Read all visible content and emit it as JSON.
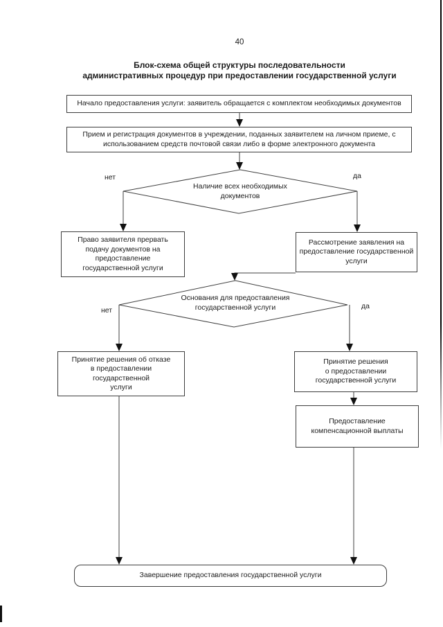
{
  "page": {
    "number": "40",
    "title": "Блок-схема общей структуры последовательности\nадминистративных процедур при предоставлении государственной услуги"
  },
  "flowchart": {
    "nodes": {
      "start": "Начало предоставления услуги: заявитель обращается с комплектом необходимых документов",
      "reception": "Прием и регистрация документов в учреждении, поданных заявителем на личном приеме, с\nиспользованием средств почтовой связи либо в форме электронного документа",
      "decision_documents": "Наличие всех необходимых\nдокументов",
      "interrupt_right": "Право заявителя прервать\nподачу документов на\nпредоставление\nгосударственной услуги",
      "review_application": "Рассмотрение заявления на\nпредоставление государственной\nуслуги",
      "decision_grounds": "Основания для предоставления\nгосударственной услуги",
      "refusal_decision": "Принятие решения об отказе\nв предоставлении\nгосударственной\nуслуги",
      "grant_decision": "Принятие решения\nо предоставлении\nгосударственной услуги",
      "compensation_payment": "Предоставление\nкомпенсационной выплаты",
      "finish": "Завершение предоставления государственной услуги"
    },
    "labels": {
      "no": "нет",
      "yes": "да"
    }
  }
}
